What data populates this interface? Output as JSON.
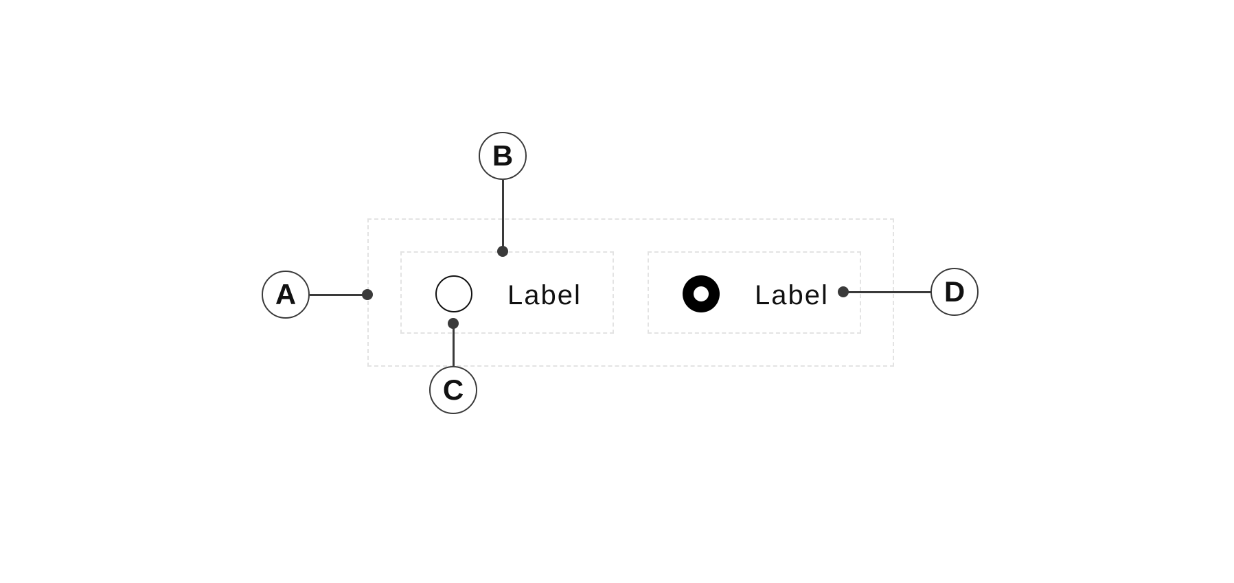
{
  "radio_group": {
    "options": [
      {
        "label": "Label",
        "state": "unselected"
      },
      {
        "label": "Label",
        "state": "selected"
      }
    ]
  },
  "callouts": {
    "a": "A",
    "b": "B",
    "c": "C",
    "d": "D"
  },
  "colors": {
    "line": "#3a3a3a",
    "outline": "#e3e3e3",
    "radio_fill": "#000000"
  }
}
